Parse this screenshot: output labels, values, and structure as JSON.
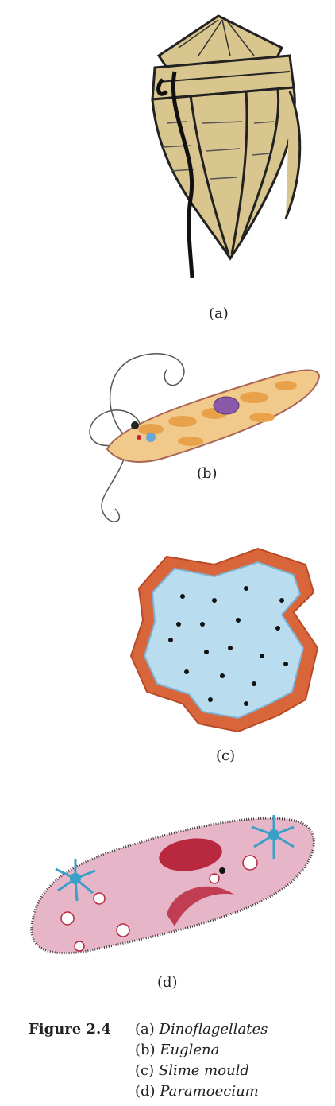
{
  "figure": {
    "label": "Figure 2.4",
    "parts": [
      {
        "tag": "(a)",
        "name": "Dinoflagellates"
      },
      {
        "tag": "(b)",
        "name": "Euglena"
      },
      {
        "tag": "(c)",
        "name": "Slime mould"
      },
      {
        "tag": "(d)",
        "name": "Paramoecium"
      }
    ]
  },
  "colors": {
    "dinoflagellate_fill": "#d8c68e",
    "euglena_fill": "#f1c98a",
    "slime_outer": "#d9653a",
    "slime_inner": "#b9dcef",
    "paramoecium_fill": "#e6b6c8",
    "nucleus": "#b8283f",
    "vacuole": "#3aa0c8"
  }
}
